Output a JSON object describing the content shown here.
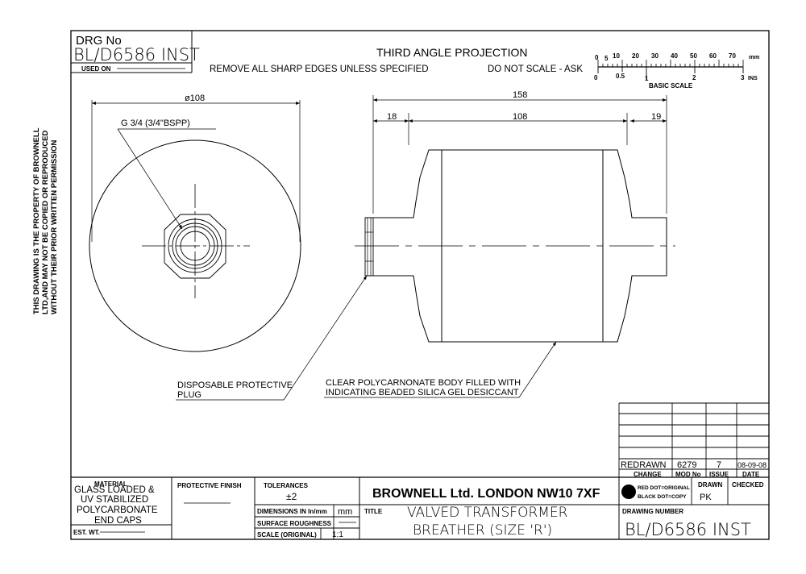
{
  "drawing_number_box": {
    "label": "DRG No",
    "value": "BL/D6586 INST",
    "used_on": "USED ON"
  },
  "header": {
    "projection": "THIRD ANGLE PROJECTION",
    "edges_note": "REMOVE ALL SHARP EDGES UNLESS SPECIFIED",
    "scale_note": "DO NOT SCALE - ASK"
  },
  "scale_bar": {
    "mm_ticks": [
      "0",
      "5",
      "10",
      "20",
      "30",
      "40",
      "50",
      "60",
      "70"
    ],
    "mm_unit": "mm",
    "inch_ticks": [
      "0",
      "0.5",
      "1",
      "2",
      "3"
    ],
    "inch_unit": "INS",
    "caption": "BASIC SCALE"
  },
  "side_note": {
    "line1": "THIS DRAWING IS THE PROPERTY OF BROWNELL",
    "line2": "LTD,AND MAY NOT BE COPIED OR REPRODUCED",
    "line3": "WITHOUT THEIR PRIOR WRITTEN PERMISSION"
  },
  "dimensions": {
    "diameter": "ø108",
    "thread": "G 3/4 (3/4\"BSPP)",
    "overall_length": "158",
    "left_cap": "18",
    "body_length": "108",
    "right_cap": "19"
  },
  "callouts": {
    "plug_line1": "DISPOSABLE PROTECTIVE",
    "plug_line2": "PLUG",
    "body_line1": "CLEAR POLYCARNONATE BODY FILLED WITH",
    "body_line2": "INDICATING BEADED SILICA GEL DESICCANT"
  },
  "revision": {
    "change": "REDRAWN",
    "mod_no": "6279",
    "issue": "7",
    "date": "08-09-08",
    "headers": [
      "CHANGE",
      "MOD No",
      "ISSUE",
      "DATE"
    ]
  },
  "title_block": {
    "material_label": "MATERIAL",
    "material_lines": [
      "GLASS LOADED &",
      "UV STABILIZED",
      "POLYCARBONATE",
      "END CAPS"
    ],
    "finish_label": "PROTECTIVE FINISH",
    "tolerances_label": "TOLERANCES",
    "tolerances_value": "±2",
    "company": "BROWNELL Ltd. LONDON NW10 7XF",
    "dimensions_label": "DIMENSIONS IN In/mm",
    "dimensions_value": "mm",
    "roughness_label": "SURFACE ROUGHNESS",
    "scale_label": "SCALE (ORIGINAL)",
    "scale_value": "1:1",
    "est_wt_label": "EST. WT.",
    "title_label": "TITLE",
    "title_line1": "VALVED TRANSFORMER",
    "title_line2": "BREATHER (SIZE 'R')",
    "dot_line1": "RED DOT=ORIGINAL",
    "dot_line2": "BLACK DOT=COPY",
    "drawn_label": "DRAWN",
    "drawn_value": "PK",
    "checked_label": "CHECKED",
    "drawing_number_label": "DRAWING NUMBER",
    "drawing_number_value": "BL/D6586 INST"
  }
}
